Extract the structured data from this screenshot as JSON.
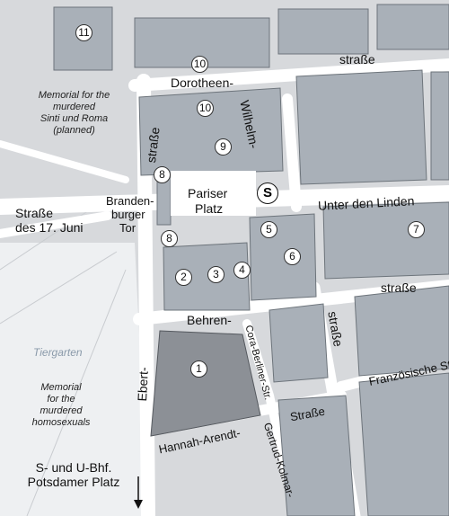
{
  "streets": {
    "dorotheen": "Dorotheen-",
    "strasse_dorotheen": "straße",
    "wilhelm": "Wilhelm-",
    "strasse_wilhelm_left": "straße",
    "pariser_1": "Pariser",
    "pariser_2": "Platz",
    "unter_den_linden": "Unter den Linden",
    "strasse_17_1": "Straße",
    "strasse_17_2": "des 17. Juni",
    "tor_1": "Branden-",
    "tor_2": "burger",
    "tor_3": "Tor",
    "strasse_behren": "straße",
    "behren": "Behren-",
    "strasse_vertical": "straße",
    "franzoesische": "Französische Str",
    "cora": "Cora-Berliner-Str.",
    "ebert": "Ebert-",
    "hannah": "Hannah-Arendt-",
    "strasse_hannah": "Straße",
    "gertrud": "Gertrud-Kolmar-",
    "tiergarten": "Tiergarten"
  },
  "memorials": {
    "sinti_roma": [
      "Memorial for the",
      "murdered",
      "Sinti und Roma",
      "(planned)"
    ],
    "homosexuals": [
      "Memorial",
      "for the",
      "murdered",
      "homosexuals"
    ]
  },
  "station": [
    "S- und U-Bhf.",
    "Potsdamer Platz"
  ],
  "s_badge": "S",
  "markers": [
    "11",
    "10",
    "10",
    "9",
    "8",
    "8",
    "5",
    "7",
    "6",
    "2",
    "3",
    "4",
    "1"
  ]
}
